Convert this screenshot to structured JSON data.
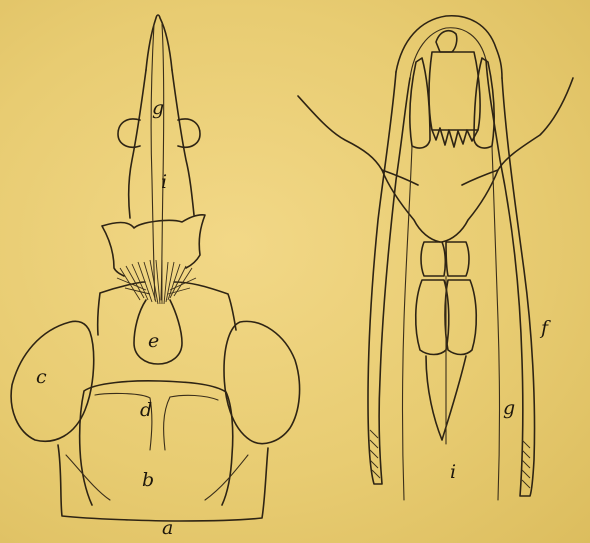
{
  "labels": {
    "a": "a",
    "b": "b",
    "c": "c",
    "d": "d",
    "e": "e",
    "f": "f",
    "g_left": "g",
    "g_right": "g",
    "i_left": "i",
    "i_right": "i"
  }
}
